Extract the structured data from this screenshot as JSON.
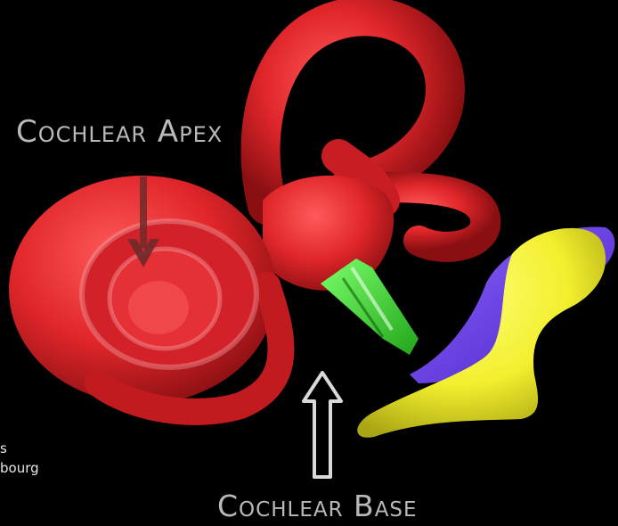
{
  "labels": {
    "apex": "Cochlear Apex",
    "base": "Cochlear Base"
  },
  "credit": {
    "line1": "s",
    "line2": "bourg"
  },
  "colors": {
    "background": "#000000",
    "labyrinth": "#e0262a",
    "stapes": "#3fd23a",
    "nerve_yellow": "#f2ef2e",
    "nerve_purple": "#6a3fe0",
    "arrow": "#d9d9d9",
    "label_text": "#b9b9b9"
  }
}
